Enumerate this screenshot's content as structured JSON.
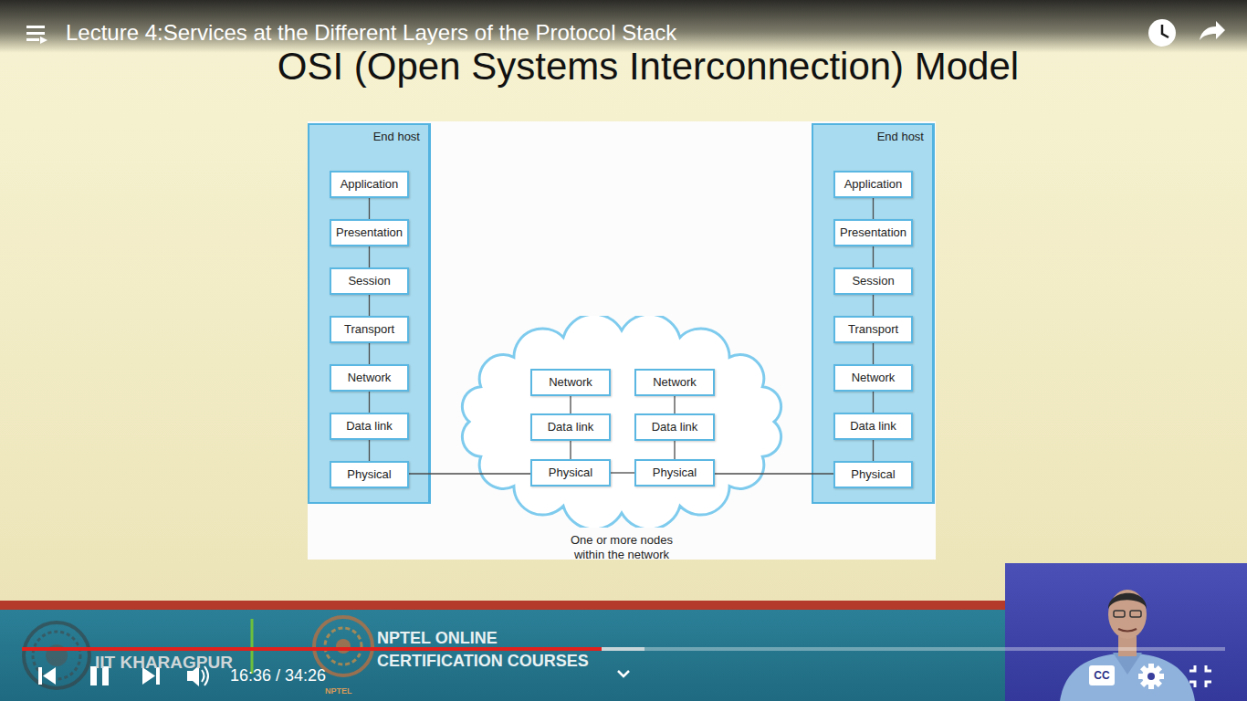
{
  "diagram": {
    "title": "OSI (Open Systems Interconnection) Model",
    "nodes": [
      {
        "text": [
          "End host"
        ]
      },
      {
        "text": [
          "Application"
        ],
        "in": 0
      },
      {
        "text": [
          "Presentation"
        ],
        "in": 0
      },
      {
        "text": [
          "Session"
        ],
        "in": 0
      },
      {
        "text": [
          "Transport"
        ],
        "in": 0
      },
      {
        "text": [
          "Network"
        ],
        "in": 0
      },
      {
        "text": [
          "Data link"
        ],
        "in": 0
      },
      {
        "text": [
          "Physical"
        ],
        "in": 0
      },
      {
        "text": [
          "One or more nodes within the network"
        ]
      },
      {
        "text": [
          "Network"
        ],
        "in": 8
      },
      {
        "text": [
          "Data link"
        ],
        "in": 8
      },
      {
        "text": [
          "Physical"
        ],
        "in": 8
      },
      {
        "text": [
          "Network"
        ],
        "in": 8
      },
      {
        "text": [
          "Data link"
        ],
        "in": 8
      },
      {
        "text": [
          "Physical"
        ],
        "in": 8
      },
      {
        "text": [
          "End host"
        ]
      },
      {
        "text": [
          "Application"
        ],
        "in": 15
      },
      {
        "text": [
          "Presentation"
        ],
        "in": 15
      },
      {
        "text": [
          "Session"
        ],
        "in": 15
      },
      {
        "text": [
          "Transport"
        ],
        "in": 15
      },
      {
        "text": [
          "Network"
        ],
        "in": 15
      },
      {
        "text": [
          "Data link"
        ],
        "in": 15
      },
      {
        "text": [
          "Physical"
        ],
        "in": 15
      }
    ],
    "edges": [
      {
        "from": 1,
        "to": 2,
        "arrow": "none"
      },
      {
        "from": 2,
        "to": 3,
        "arrow": "none"
      },
      {
        "from": 3,
        "to": 4,
        "arrow": "none"
      },
      {
        "from": 4,
        "to": 5,
        "arrow": "none"
      },
      {
        "from": 5,
        "to": 6,
        "arrow": "none"
      },
      {
        "from": 6,
        "to": 7,
        "arrow": "none"
      },
      {
        "from": 9,
        "to": 10,
        "arrow": "none"
      },
      {
        "from": 10,
        "to": 11,
        "arrow": "none"
      },
      {
        "from": 12,
        "to": 13,
        "arrow": "none"
      },
      {
        "from": 13,
        "to": 14,
        "arrow": "none"
      },
      {
        "from": 16,
        "to": 17,
        "arrow": "none"
      },
      {
        "from": 17,
        "to": 18,
        "arrow": "none"
      },
      {
        "from": 18,
        "to": 19,
        "arrow": "none"
      },
      {
        "from": 19,
        "to": 20,
        "arrow": "none"
      },
      {
        "from": 20,
        "to": 21,
        "arrow": "none"
      },
      {
        "from": 21,
        "to": 22,
        "arrow": "none"
      },
      {
        "from": 7,
        "to": 11,
        "arrow": "none"
      },
      {
        "from": 11,
        "to": 14,
        "arrow": "none"
      },
      {
        "from": 14,
        "to": 22,
        "arrow": "none"
      }
    ],
    "labels": [
      "Lecture 4:Services at the Different Layers of the Protocol Stack",
      "IIT KHARAGPUR",
      "NPTEL ONLINE",
      "CERTIFICATION COURSES",
      "NPTEL",
      "16:36 / 34:26",
      "CC"
    ]
  }
}
